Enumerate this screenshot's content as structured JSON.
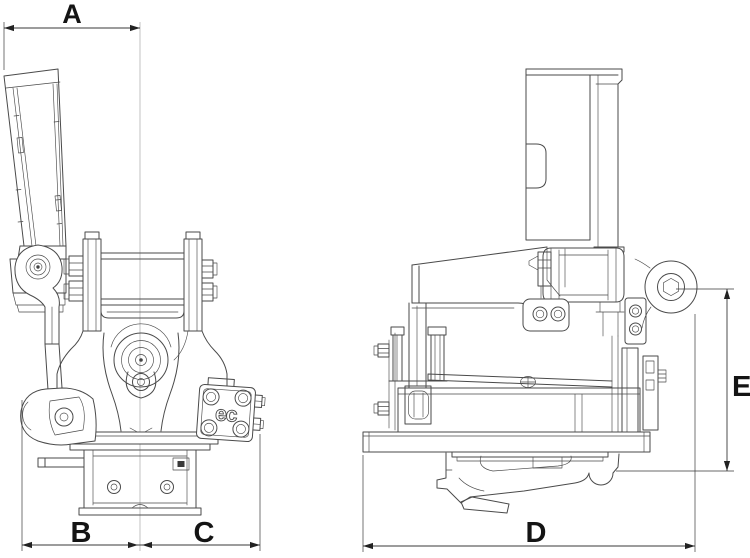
{
  "colors": {
    "background": "#ffffff",
    "line": "#4a4a4a",
    "dimension": "#3a3a3a",
    "label": "#141414"
  },
  "labels": {
    "dim_a": "A",
    "dim_b": "B",
    "dim_c": "C",
    "dim_d": "D",
    "dim_e": "E"
  },
  "logo": {
    "text": "ec"
  }
}
